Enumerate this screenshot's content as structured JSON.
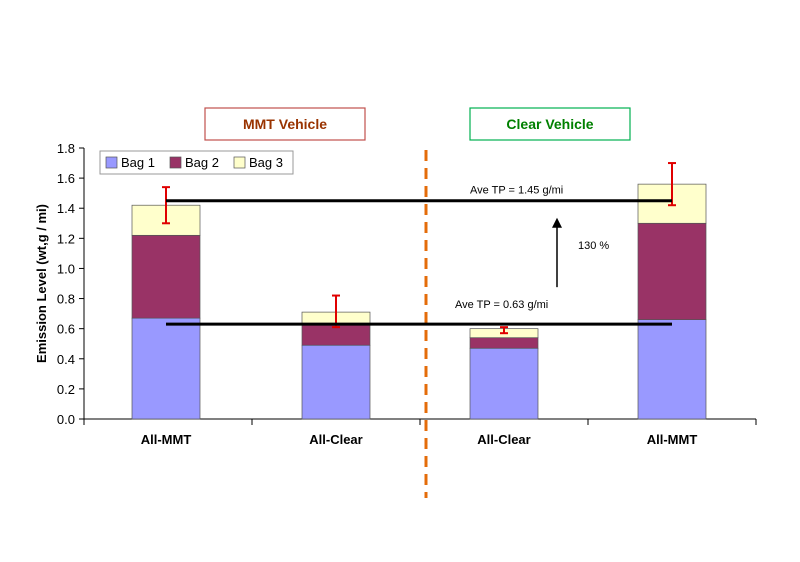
{
  "chart_data": {
    "type": "bar",
    "stacked": true,
    "categories": [
      "All-MMT",
      "All-Clear",
      "All-Clear",
      "All-MMT"
    ],
    "ylabel": "Emission Level (wt,g / mi)",
    "ylim": [
      0,
      1.8
    ],
    "yticks": [
      "0.0",
      "0.2",
      "0.4",
      "0.6",
      "0.8",
      "1.0",
      "1.2",
      "1.4",
      "1.6",
      "1.8"
    ],
    "grid": false,
    "legend_position": "top-left",
    "series": [
      {
        "name": "Bag 1",
        "color": "#9999ff",
        "values": [
          0.67,
          0.49,
          0.47,
          0.66
        ]
      },
      {
        "name": "Bag 2",
        "color": "#993366",
        "values": [
          0.55,
          0.14,
          0.07,
          0.64
        ]
      },
      {
        "name": "Bag 3",
        "color": "#ffffcc",
        "values": [
          0.2,
          0.08,
          0.06,
          0.26
        ]
      }
    ],
    "error_bars": [
      {
        "center": 1.42,
        "low": 1.3,
        "high": 1.54
      },
      {
        "center": 0.72,
        "low": 0.61,
        "high": 0.82
      },
      {
        "center": 0.6,
        "low": 0.57,
        "high": 0.61
      },
      {
        "center": 1.56,
        "low": 1.42,
        "high": 1.7
      }
    ],
    "reference_lines": [
      {
        "value": 1.45,
        "label": "Ave TP = 1.45 g/mi"
      },
      {
        "value": 0.63,
        "label": "Ave TP = 0.63 g/mi"
      }
    ],
    "increase_label": "130 %",
    "groups": [
      {
        "label": "MMT Vehicle",
        "color": "#c0504d",
        "text_color": "#993300"
      },
      {
        "label": "Clear Vehicle",
        "color": "#00b050",
        "text_color": "#008000"
      }
    ],
    "divider_color": "#e46c0a",
    "error_color": "#e00000"
  }
}
